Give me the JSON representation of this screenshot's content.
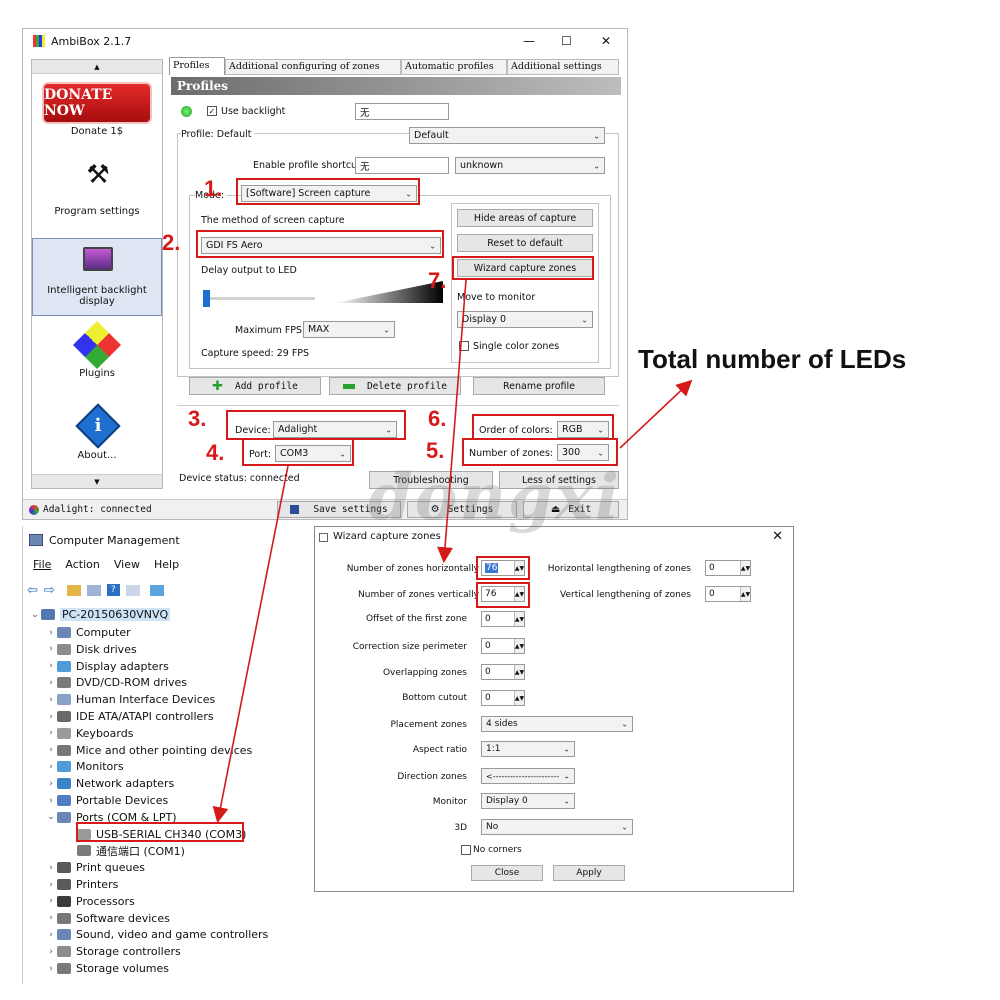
{
  "ambibox": {
    "title": "AmbiBox 2.1.7",
    "window_controls": [
      "—",
      "☐",
      "✕"
    ],
    "tabs": [
      "Profiles",
      "Additional configuring of zones",
      "Automatic profiles",
      "Additional settings"
    ],
    "section_title": "Profiles",
    "use_backlight_label": "Use backlight",
    "use_backlight_value": "无",
    "profile_label": "Profile: Default",
    "profile_value": "Default",
    "shortcut_label": "Enable profile shortcut:",
    "shortcut_value": "无",
    "shortcut_select": "unknown",
    "mode_label": "Mode:",
    "mode_value": "[Software] Screen capture",
    "method_label": "The method of screen capture",
    "method_value": "GDI FS Aero",
    "delay_label": "Delay output to LED",
    "max_fps_label": "Maximum FPS",
    "max_fps_value": "MAX",
    "capture_speed": "Capture speed: 29 FPS",
    "hide_areas_button": "Hide areas of capture",
    "reset_default_button": "Reset to default",
    "wizard_button": "Wizard capture zones",
    "move_monitor_label": "Move to monitor",
    "display_value": "Display 0",
    "single_color_label": "Single color zones",
    "add_profile_button": "Add profile",
    "delete_profile_button": "Delete profile",
    "rename_profile_button": "Rename profile",
    "device_label": "Device:",
    "device_value": "Adalight",
    "port_label": "Port:",
    "port_value": "COM3",
    "order_colors_label": "Order of colors:",
    "order_colors_value": "RGB",
    "num_zones_label": "Number of zones:",
    "num_zones_value": "300",
    "device_status": "Device status: connected",
    "troubleshooting_button": "Troubleshooting",
    "less_settings_button": "Less of settings",
    "status_bar": "Adalight: connected",
    "save_settings_button": "Save settings",
    "settings_button": "Settings",
    "exit_button": "Exit",
    "sidebar": {
      "donate_banner": "DONATE NOW",
      "donate_label": "Donate 1$",
      "program_settings": "Program settings",
      "intelligent": "Intelligent backlight display",
      "plugins": "Plugins",
      "about": "About..."
    }
  },
  "annotations": {
    "n1": "1.",
    "n2": "2.",
    "n3": "3.",
    "n4": "4.",
    "n5": "5.",
    "n6": "6.",
    "n7": "7.",
    "total_leds": "Total number of LEDs",
    "watermark": "dongxi",
    "colors": {
      "red": "#d61a1a"
    }
  },
  "computer_management": {
    "title": "Computer Management",
    "menu": [
      "File",
      "Action",
      "View",
      "Help"
    ],
    "root": "PC-20150630VNVQ",
    "items": [
      "Computer",
      "Disk drives",
      "Display adapters",
      "DVD/CD-ROM drives",
      "Human Interface Devices",
      "IDE ATA/ATAPI controllers",
      "Keyboards",
      "Mice and other pointing devices",
      "Monitors",
      "Network adapters",
      "Portable Devices",
      "Ports (COM & LPT)"
    ],
    "ports_children": [
      "USB-SERIAL CH340 (COM3)",
      "通信端口 (COM1)"
    ],
    "items_after": [
      "Print queues",
      "Printers",
      "Processors",
      "Software devices",
      "Sound, video and game controllers",
      "Storage controllers",
      "Storage volumes"
    ]
  },
  "wizard": {
    "title": "Wizard capture zones",
    "h_zones_label": "Number of zones horizontally",
    "h_zones_value": "76",
    "v_zones_label": "Number of zones vertically",
    "v_zones_value": "76",
    "offset_label": "Offset of the first zone",
    "offset_value": "0",
    "correction_label": "Correction size perimeter",
    "correction_value": "0",
    "overlapping_label": "Overlapping zones",
    "overlapping_value": "0",
    "bottom_cutout_label": "Bottom cutout",
    "bottom_cutout_value": "0",
    "placement_label": "Placement zones",
    "placement_value": "4 sides",
    "aspect_label": "Aspect ratio",
    "aspect_value": "1:1",
    "direction_label": "Direction zones",
    "direction_value": "<-----------------------",
    "monitor_label": "Monitor",
    "monitor_value": "Display 0",
    "three_d_label": "3D",
    "three_d_value": "No",
    "no_corners_label": "No corners",
    "h_length_label": "Horizontal lengthening of zones",
    "h_length_value": "0",
    "v_length_label": "Vertical lengthening of zones",
    "v_length_value": "0",
    "close_button": "Close",
    "apply_button": "Apply"
  }
}
